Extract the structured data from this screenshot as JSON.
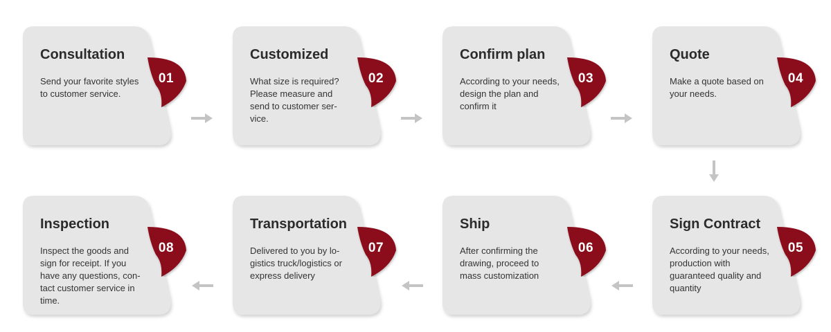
{
  "colors": {
    "card": "#e6e6e6",
    "badge": "#8b0f1e",
    "arrow": "#c4c4c4",
    "title": "#2b2b2b"
  },
  "steps": [
    {
      "num": "01",
      "title": "Consultation",
      "desc": "Send your favorite styles to customer service."
    },
    {
      "num": "02",
      "title": "Customized",
      "desc": "What size is required? Please measure and send to customer ser-vice."
    },
    {
      "num": "03",
      "title": "Confirm plan",
      "desc": "According to your needs, design the plan and confirm it"
    },
    {
      "num": "04",
      "title": "Quote",
      "desc": "Make a quote based on your needs."
    },
    {
      "num": "05",
      "title": "Sign Contract",
      "desc": "According to your needs, production with guaranteed quality and quantity"
    },
    {
      "num": "06",
      "title": "Ship",
      "desc": "After confirming the drawing, proceed to mass customization"
    },
    {
      "num": "07",
      "title": "Transportation",
      "desc": "Delivered to you by lo-gistics truck/logistics or express delivery"
    },
    {
      "num": "08",
      "title": "Inspection",
      "desc": "Inspect the goods and sign for receipt. If you have any questions, con-tact customer service in time."
    }
  ]
}
